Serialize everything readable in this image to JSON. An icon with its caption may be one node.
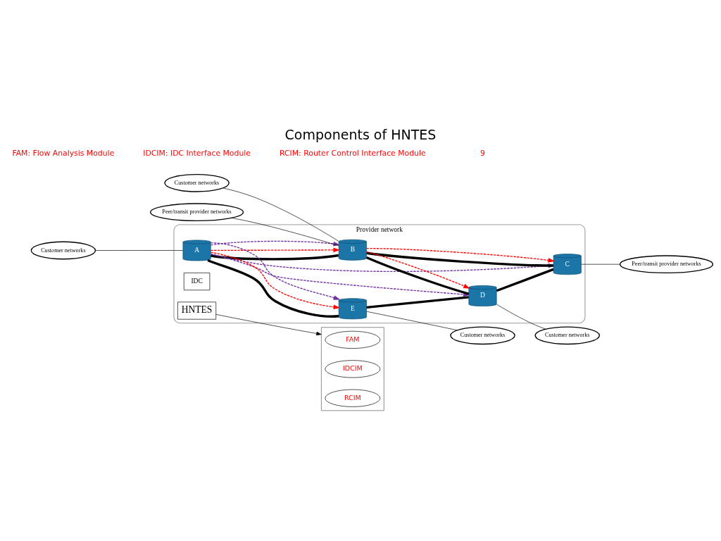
{
  "diagram": {
    "title": "Components of HNTES",
    "nodes": [
      {
        "text": [
          "Provider network"
        ]
      },
      {
        "text": [
          "A"
        ],
        "in": 0
      },
      {
        "text": [
          "B"
        ],
        "in": 0
      },
      {
        "text": [
          "C"
        ],
        "in": 0
      },
      {
        "text": [
          "D"
        ],
        "in": 0
      },
      {
        "text": [
          "E"
        ],
        "in": 0
      },
      {
        "text": [
          "IDC"
        ],
        "in": 0
      },
      {
        "text": [
          "HNTES"
        ],
        "in": 0
      },
      {
        "text": [
          "Customer networks"
        ]
      },
      {
        "text": [
          "Customer networks"
        ]
      },
      {
        "text": [
          "Peer/transit provider networks"
        ]
      },
      {
        "text": [
          "Peer/transit provider networks"
        ]
      },
      {
        "text": [
          "Customer networks"
        ]
      },
      {
        "text": [
          "Customer networks"
        ]
      },
      {
        "text": [],
        "shape": "box"
      },
      {
        "text": [
          "FAM"
        ],
        "in": 14
      },
      {
        "text": [
          "IDCIM"
        ],
        "in": 14
      },
      {
        "text": [
          "RCIM"
        ],
        "in": 14
      }
    ],
    "edges": [
      {
        "from": 8,
        "to": 1,
        "arrow": "none"
      },
      {
        "from": 9,
        "to": 2,
        "arrow": "none"
      },
      {
        "from": 10,
        "to": 2,
        "arrow": "none"
      },
      {
        "from": 3,
        "to": 11,
        "arrow": "none"
      },
      {
        "from": 4,
        "to": 12,
        "arrow": "none"
      },
      {
        "from": 5,
        "to": 13,
        "arrow": "none"
      },
      {
        "from": 1,
        "to": 2,
        "arrow": "none",
        "style": "thick"
      },
      {
        "from": 2,
        "to": 3,
        "arrow": "none",
        "style": "thick"
      },
      {
        "from": 2,
        "to": 4,
        "arrow": "none",
        "style": "thick"
      },
      {
        "from": 1,
        "to": 5,
        "arrow": "none",
        "style": "thick"
      },
      {
        "from": 5,
        "to": 4,
        "arrow": "none",
        "style": "thick"
      },
      {
        "from": 4,
        "to": 3,
        "arrow": "none",
        "style": "thick"
      },
      {
        "from": 1,
        "to": 2,
        "arrow": "to",
        "style": "dashed",
        "color": "#ff0000"
      },
      {
        "from": 2,
        "to": 3,
        "arrow": "to",
        "style": "dashed",
        "color": "#ff0000"
      },
      {
        "from": 2,
        "to": 4,
        "arrow": "to",
        "style": "dashed",
        "color": "#ff0000"
      },
      {
        "from": 1,
        "to": 5,
        "arrow": "to",
        "style": "dashed",
        "color": "#ff0000"
      },
      {
        "from": 1,
        "to": 2,
        "arrow": "to",
        "style": "dashed",
        "color": "#7030a0"
      },
      {
        "from": 1,
        "to": 5,
        "arrow": "to",
        "style": "dashed",
        "color": "#7030a0"
      },
      {
        "from": 1,
        "to": 4,
        "arrow": "to",
        "style": "dashed",
        "color": "#7030a0"
      },
      {
        "from": 1,
        "to": 3,
        "arrow": "to",
        "style": "dashed",
        "color": "#7030a0"
      },
      {
        "from": 7,
        "to": 14,
        "arrow": "to"
      }
    ],
    "labels": [
      "FAM: Flow Analysis Module",
      "IDCIM: IDC Interface Module",
      "RCIM: Router Control Interface Module",
      "9"
    ]
  }
}
